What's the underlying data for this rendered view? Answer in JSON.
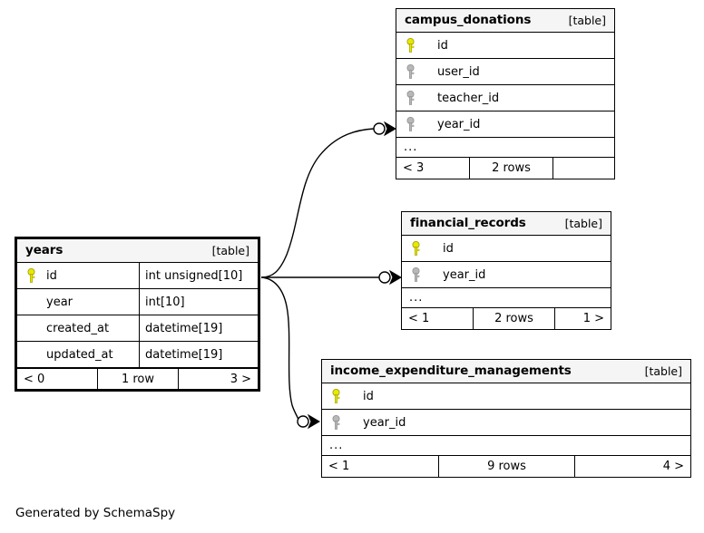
{
  "diagram": {
    "caption": "Generated by SchemaSpy",
    "table_tag": "[table]",
    "ellipsis": "...",
    "colors": {
      "primary_key": "#e8e800",
      "foreign_key": "#b0b0b0",
      "header_bg": "#f5f5f5",
      "border": "#000000",
      "background": "#ffffff"
    }
  },
  "tables": [
    {
      "id": "campus_donations",
      "name": "campus_donations",
      "tag": "[table]",
      "focus": false,
      "has_ellipsis": true,
      "columns": [
        {
          "name": "id",
          "key": "primary",
          "type": ""
        },
        {
          "name": "user_id",
          "key": "foreign",
          "type": ""
        },
        {
          "name": "teacher_id",
          "key": "foreign",
          "type": ""
        },
        {
          "name": "year_id",
          "key": "foreign",
          "type": ""
        }
      ],
      "footer": {
        "left": "< 3",
        "center": "2 rows",
        "right": ""
      }
    },
    {
      "id": "financial_records",
      "name": "financial_records",
      "tag": "[table]",
      "focus": false,
      "has_ellipsis": true,
      "columns": [
        {
          "name": "id",
          "key": "primary",
          "type": ""
        },
        {
          "name": "year_id",
          "key": "foreign",
          "type": ""
        }
      ],
      "footer": {
        "left": "< 1",
        "center": "2 rows",
        "right": "1 >"
      }
    },
    {
      "id": "years",
      "name": "years",
      "tag": "[table]",
      "focus": true,
      "has_ellipsis": false,
      "columns": [
        {
          "name": "id",
          "key": "primary",
          "type": "int unsigned[10]"
        },
        {
          "name": "year",
          "key": "none",
          "type": "int[10]"
        },
        {
          "name": "created_at",
          "key": "none",
          "type": "datetime[19]"
        },
        {
          "name": "updated_at",
          "key": "none",
          "type": "datetime[19]"
        }
      ],
      "footer": {
        "left": "< 0",
        "center": "1 row",
        "right": "3 >"
      }
    },
    {
      "id": "income_expenditure_managements",
      "name": "income_expenditure_managements",
      "tag": "[table]",
      "focus": false,
      "has_ellipsis": true,
      "columns": [
        {
          "name": "id",
          "key": "primary",
          "type": ""
        },
        {
          "name": "year_id",
          "key": "foreign",
          "type": ""
        }
      ],
      "footer": {
        "left": "< 1",
        "center": "9 rows",
        "right": "4 >"
      }
    }
  ],
  "relationships": [
    {
      "from": "years.id",
      "to": "campus_donations.year_id",
      "from_marker": "none",
      "to_marker": "zero-or-more"
    },
    {
      "from": "years.id",
      "to": "financial_records.year_id",
      "from_marker": "none",
      "to_marker": "zero-or-more"
    },
    {
      "from": "years.id",
      "to": "income_expenditure_managements.year_id",
      "from_marker": "none",
      "to_marker": "zero-or-more"
    }
  ]
}
